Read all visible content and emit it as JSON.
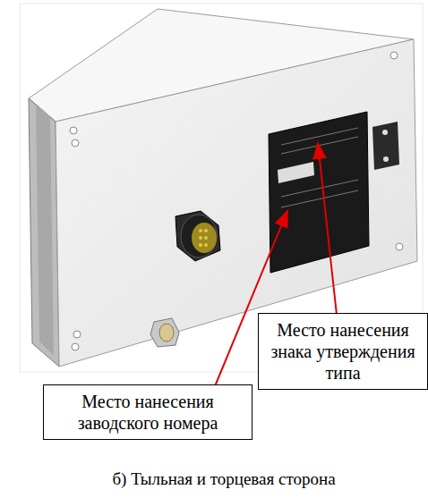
{
  "diagram": {
    "caption": "б) Тыльная и торцевая сторона",
    "nodes": [
      {
        "text": [
          "Место нанесения знака утверждения типа"
        ]
      },
      {
        "text": [
          "Место нанесения заводского номера"
        ]
      }
    ]
  }
}
